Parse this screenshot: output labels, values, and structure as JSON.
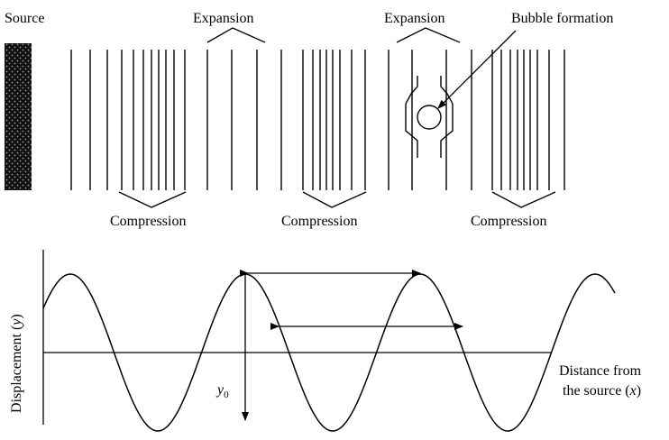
{
  "labels": {
    "source": "Source",
    "expansion_1": "Expansion",
    "expansion_2": "Expansion",
    "bubble_formation": "Bubble formation",
    "compression_1": "Compression",
    "compression_2": "Compression",
    "compression_3": "Compression",
    "y_axis": "Displacement (",
    "y_axis_var": "y",
    "y_axis_close": ")",
    "x_axis_line1": "Distance from",
    "x_axis_line2_pre": "the source (",
    "x_axis_var": "x",
    "x_axis_close": ")",
    "amplitude": "y",
    "amplitude_sub": "0"
  },
  "colors": {
    "ink": "#000000",
    "background": "#ffffff",
    "source_fill": "#111111",
    "source_dots": "#9a9a9a"
  }
}
